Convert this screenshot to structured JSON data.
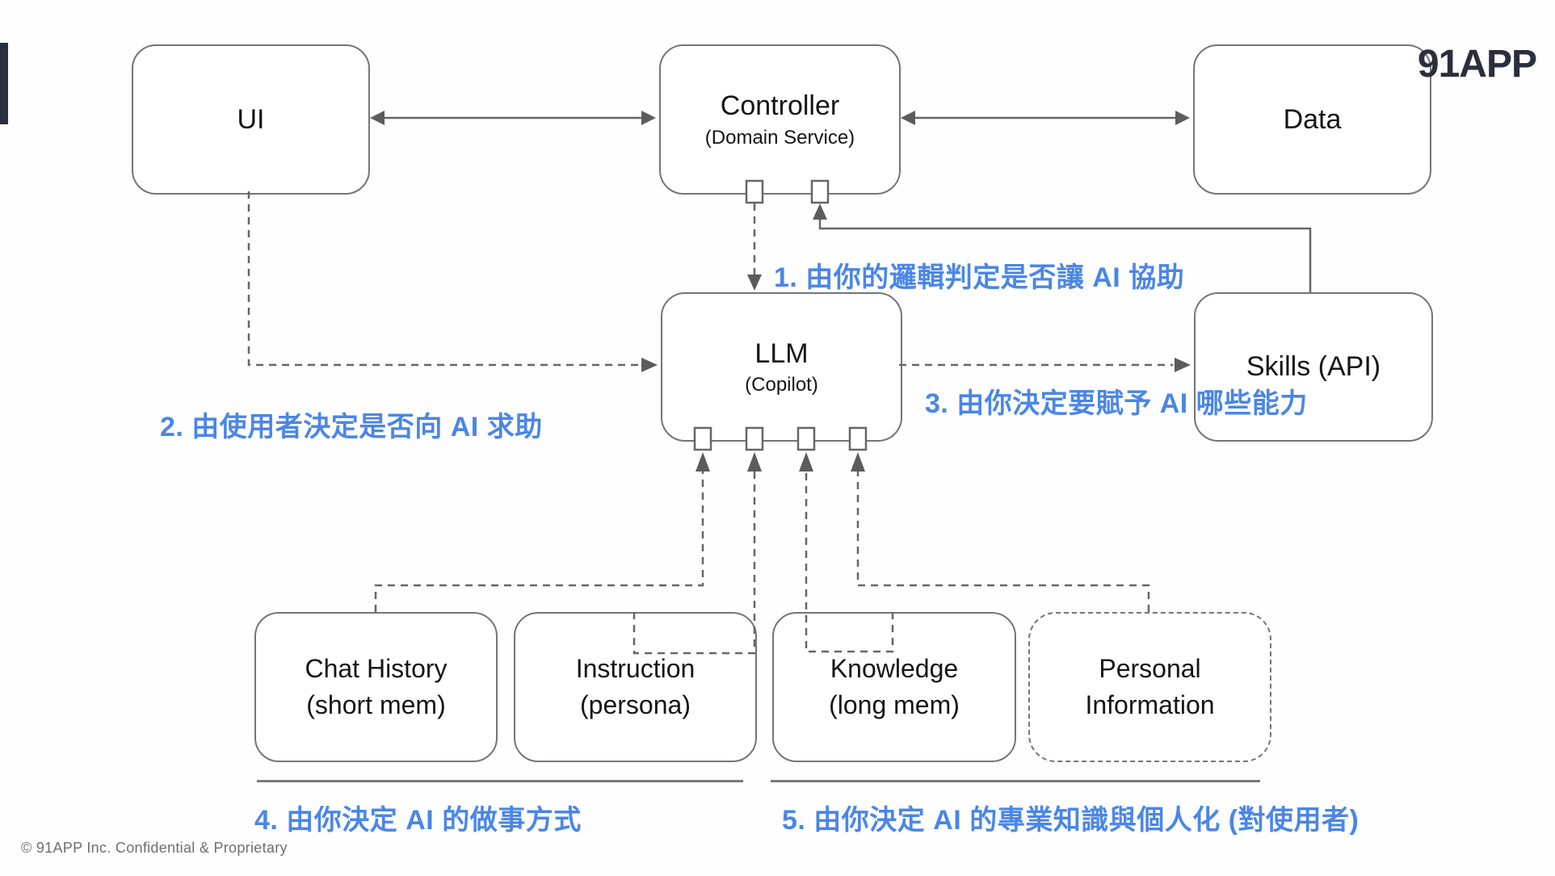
{
  "header": {
    "logo_text": "91APP"
  },
  "footer": {
    "copyright": "© 91APP Inc. Confidential & Proprietary"
  },
  "boxes": {
    "ui": {
      "title": "UI"
    },
    "controller": {
      "title": "Controller",
      "subtitle": "(Domain Service)"
    },
    "data": {
      "title": "Data"
    },
    "llm": {
      "title": "LLM",
      "subtitle": "(Copilot)"
    },
    "skills": {
      "title": "Skills (API)"
    },
    "chat_history": {
      "line1": "Chat History",
      "line2": "(short mem)"
    },
    "instruction": {
      "line1": "Instruction",
      "line2": "(persona)"
    },
    "knowledge": {
      "line1": "Knowledge",
      "line2": "(long mem)"
    },
    "personal_info": {
      "line1": "Personal",
      "line2": "Information"
    }
  },
  "annotations": {
    "note1": "1. 由你的邏輯判定是否讓 AI 協助",
    "note2": "2. 由使用者決定是否向 AI 求助",
    "note3": "3. 由你決定要賦予 AI 哪些能力",
    "note4": "4. 由你決定 AI 的做事方式",
    "note5": "5. 由你決定 AI 的專業知識與個人化 (對使用者)"
  },
  "colors": {
    "annotation_blue": "#4a86e8",
    "connector_gray": "#666666",
    "box_border_gray": "#757575",
    "logo_navy": "#2b2e3c"
  }
}
